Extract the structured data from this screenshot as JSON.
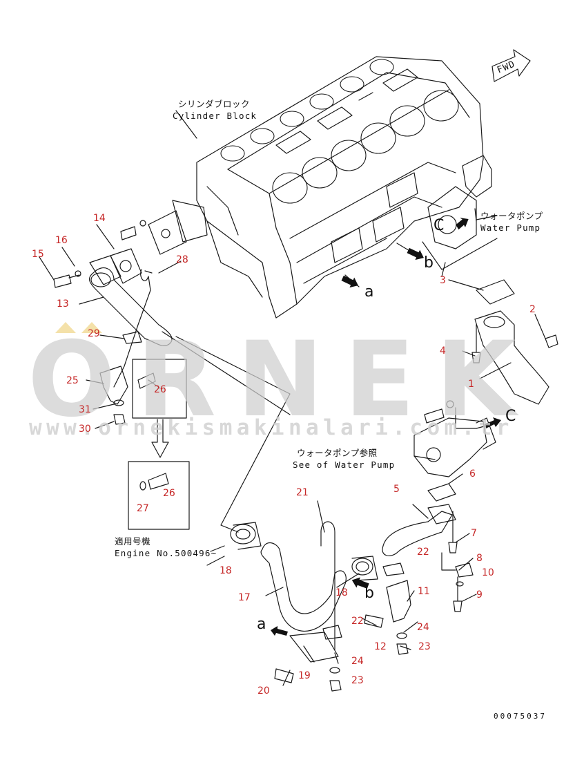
{
  "diagram": {
    "fwd_label": "FWD",
    "cylinder_block_jp": "シリンダブロック",
    "cylinder_block_en": "Cylinder Block",
    "water_pump_jp": "ウォータポンプ",
    "water_pump_en": "Water Pump",
    "see_water_pump_jp": "ウォータポンプ参照",
    "see_water_pump_en": "See of Water Pump",
    "applicable_jp": "適用号機",
    "engine_no": "Engine No.500496~",
    "callouts": {
      "a": "a",
      "b": "b",
      "c": "C"
    },
    "drawing_number": "00075037",
    "parts": [
      "1",
      "2",
      "3",
      "4",
      "5",
      "6",
      "7",
      "8",
      "9",
      "10",
      "11",
      "12",
      "13",
      "14",
      "15",
      "16",
      "17",
      "18",
      "18",
      "19",
      "20",
      "21",
      "22",
      "22",
      "23",
      "23",
      "24",
      "24",
      "25",
      "26",
      "26",
      "27",
      "28",
      "29",
      "30",
      "31"
    ]
  },
  "watermark": {
    "brand": "ORNEK",
    "url": "www.ornekismakinalari.com.tr"
  },
  "colors": {
    "part_label": "#c62828",
    "line": "#1a1a1a",
    "watermark": "#cfcfcf",
    "watermark_accent": "#f2dc9a"
  }
}
